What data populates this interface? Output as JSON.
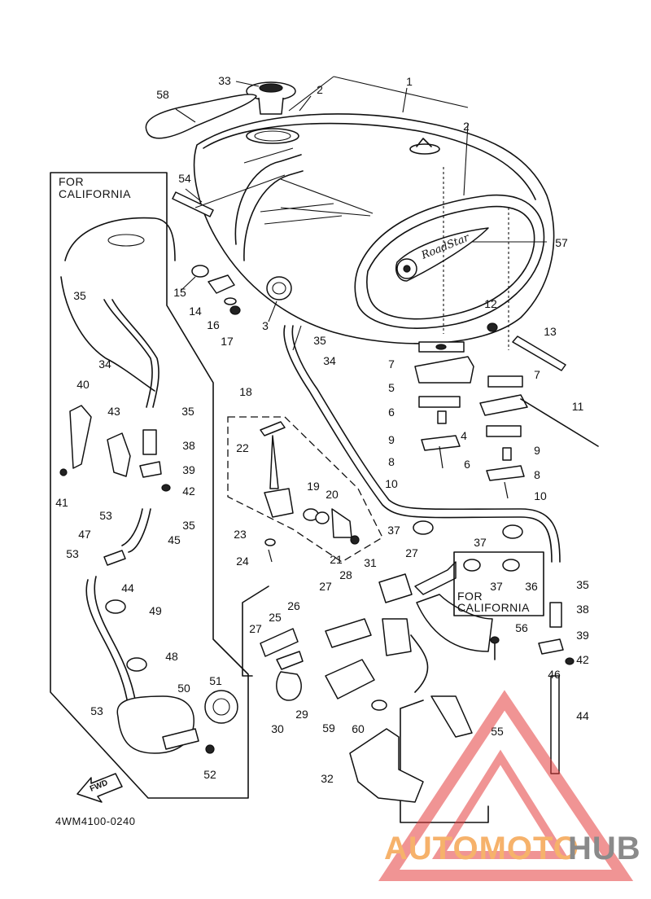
{
  "diagram": {
    "code": "4WM4100-0240",
    "california_label_line1": "FOR",
    "california_label_line2": "CALIFORNIA",
    "fwd_label": "FWD",
    "emblem_text": "RoadStar",
    "watermark": {
      "part1": "AUTOMOTO",
      "part2": "HUB",
      "color1": "#f6b26b",
      "color2": "#8a8a8a",
      "triangle_color": "#e43c3c"
    },
    "part_numbers": {
      "n1": "1",
      "n2a": "2",
      "n2b": "2",
      "n3": "3",
      "n4": "4",
      "n5": "5",
      "n6a": "6",
      "n6b": "6",
      "n7a": "7",
      "n7b": "7",
      "n8a": "8",
      "n8b": "8",
      "n9a": "9",
      "n9b": "9",
      "n10a": "10",
      "n10b": "10",
      "n11": "11",
      "n12": "12",
      "n13": "13",
      "n14": "14",
      "n15": "15",
      "n16": "16",
      "n17": "17",
      "n18": "18",
      "n19": "19",
      "n20": "20",
      "n21": "21",
      "n22": "22",
      "n23": "23",
      "n24": "24",
      "n25": "25",
      "n26": "26",
      "n27a": "27",
      "n27b": "27",
      "n27c": "27",
      "n28": "28",
      "n29": "29",
      "n30": "30",
      "n31": "31",
      "n32": "32",
      "n33": "33",
      "n34a": "34",
      "n34b": "34",
      "n35a": "35",
      "n35b": "35",
      "n35c": "35",
      "n35d": "35",
      "n35e": "35",
      "n36": "36",
      "n37a": "37",
      "n37b": "37",
      "n37c": "37",
      "n38a": "38",
      "n38b": "38",
      "n39a": "39",
      "n39b": "39",
      "n40": "40",
      "n41": "41",
      "n42a": "42",
      "n42b": "42",
      "n43": "43",
      "n44a": "44",
      "n44b": "44",
      "n45": "45",
      "n46": "46",
      "n47": "47",
      "n48": "48",
      "n49": "49",
      "n50": "50",
      "n51": "51",
      "n52": "52",
      "n53a": "53",
      "n53b": "53",
      "n53c": "53",
      "n54": "54",
      "n55": "55",
      "n56": "56",
      "n57": "57",
      "n58": "58",
      "n59": "59",
      "n60": "60"
    }
  }
}
